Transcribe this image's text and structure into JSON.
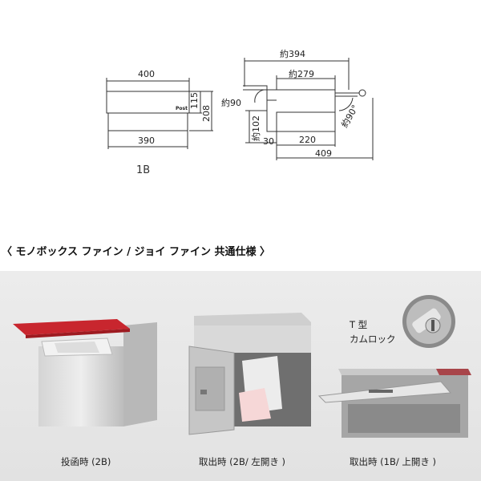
{
  "diagram": {
    "front_width_top": "400",
    "front_height_upper": "115",
    "front_height_total": "208",
    "front_width_bottom": "390",
    "post_mark": "Post",
    "side_overall": "約394",
    "side_inner": "約279",
    "side_angle_left": "約90",
    "side_angle_right": "約90°",
    "side_drop": "約102",
    "side_offset": "30",
    "side_body": "220",
    "side_base": "409"
  },
  "model_label": "1B",
  "section_title": "〈 モノボックス ファイン / ジョイ ファイン 共通仕様 〉",
  "lock": {
    "type_label": "T 型",
    "name_label": "カムロック"
  },
  "captions": {
    "insert": "投函時 (2B)",
    "take_left": "取出時 (2B/ 左開き )",
    "take_top": "取出時 (1B/ 上開き )"
  },
  "colors": {
    "lid_red": "#c8262e",
    "steel": "#c9c9c9",
    "panel_bg": "#e6e6e6"
  }
}
